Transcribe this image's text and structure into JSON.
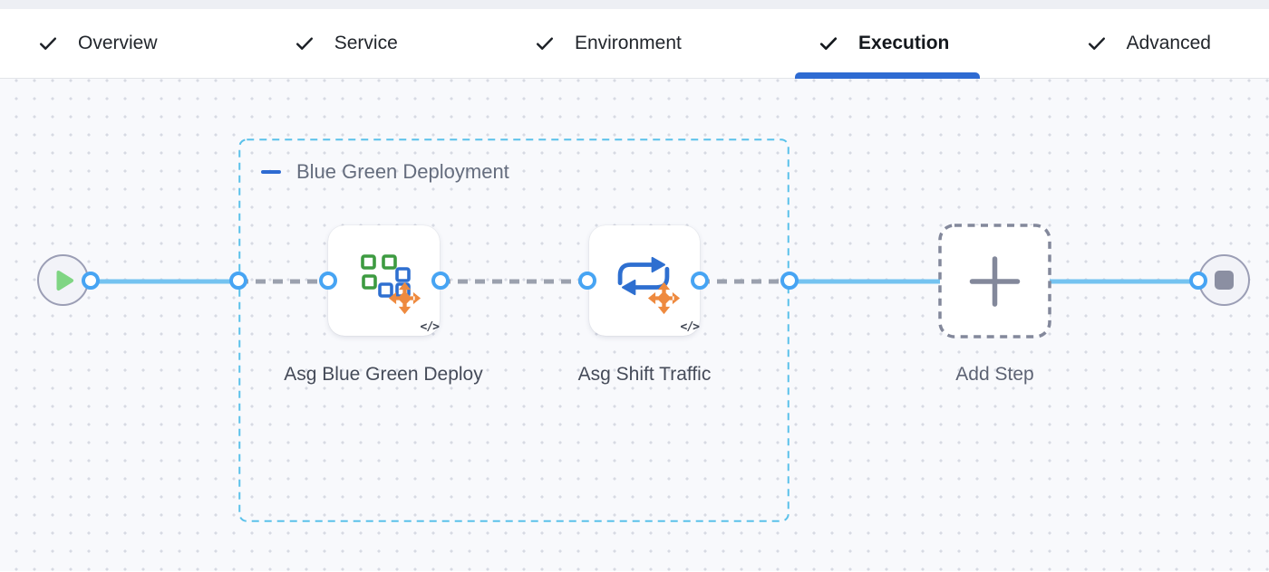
{
  "tab_bar": {
    "tabs": [
      {
        "label": "Overview",
        "completed": true,
        "active": false
      },
      {
        "label": "Service",
        "completed": true,
        "active": false
      },
      {
        "label": "Environment",
        "completed": true,
        "active": false
      },
      {
        "label": "Execution",
        "completed": true,
        "active": true
      },
      {
        "label": "Advanced",
        "completed": true,
        "active": false
      }
    ]
  },
  "pipeline": {
    "group_label": "Blue Green Deployment",
    "steps": [
      {
        "name": "Asg Blue Green Deploy",
        "icon": "asg-blue-green-deploy-icon",
        "code_badge": "</>"
      },
      {
        "name": "Asg Shift Traffic",
        "icon": "asg-shift-traffic-icon",
        "code_badge": "</>"
      }
    ],
    "add_step_label": "Add Step",
    "start_icon": "play-icon",
    "end_icon": "stop-icon"
  },
  "colors": {
    "active_tab_blue": "#2e6bd2",
    "icon_blue": "#2e6fd0",
    "icon_green": "#3d9b41",
    "icon_orange": "#ee8a3f",
    "flow_line_blue": "#74c3f0",
    "port_ring_blue": "#47a4f3",
    "group_border_cyan": "#5ac1ea",
    "dashed_edge_gray": "#9ba1ae",
    "play_green": "#7fd583",
    "stop_gray": "#8b8fa2"
  }
}
